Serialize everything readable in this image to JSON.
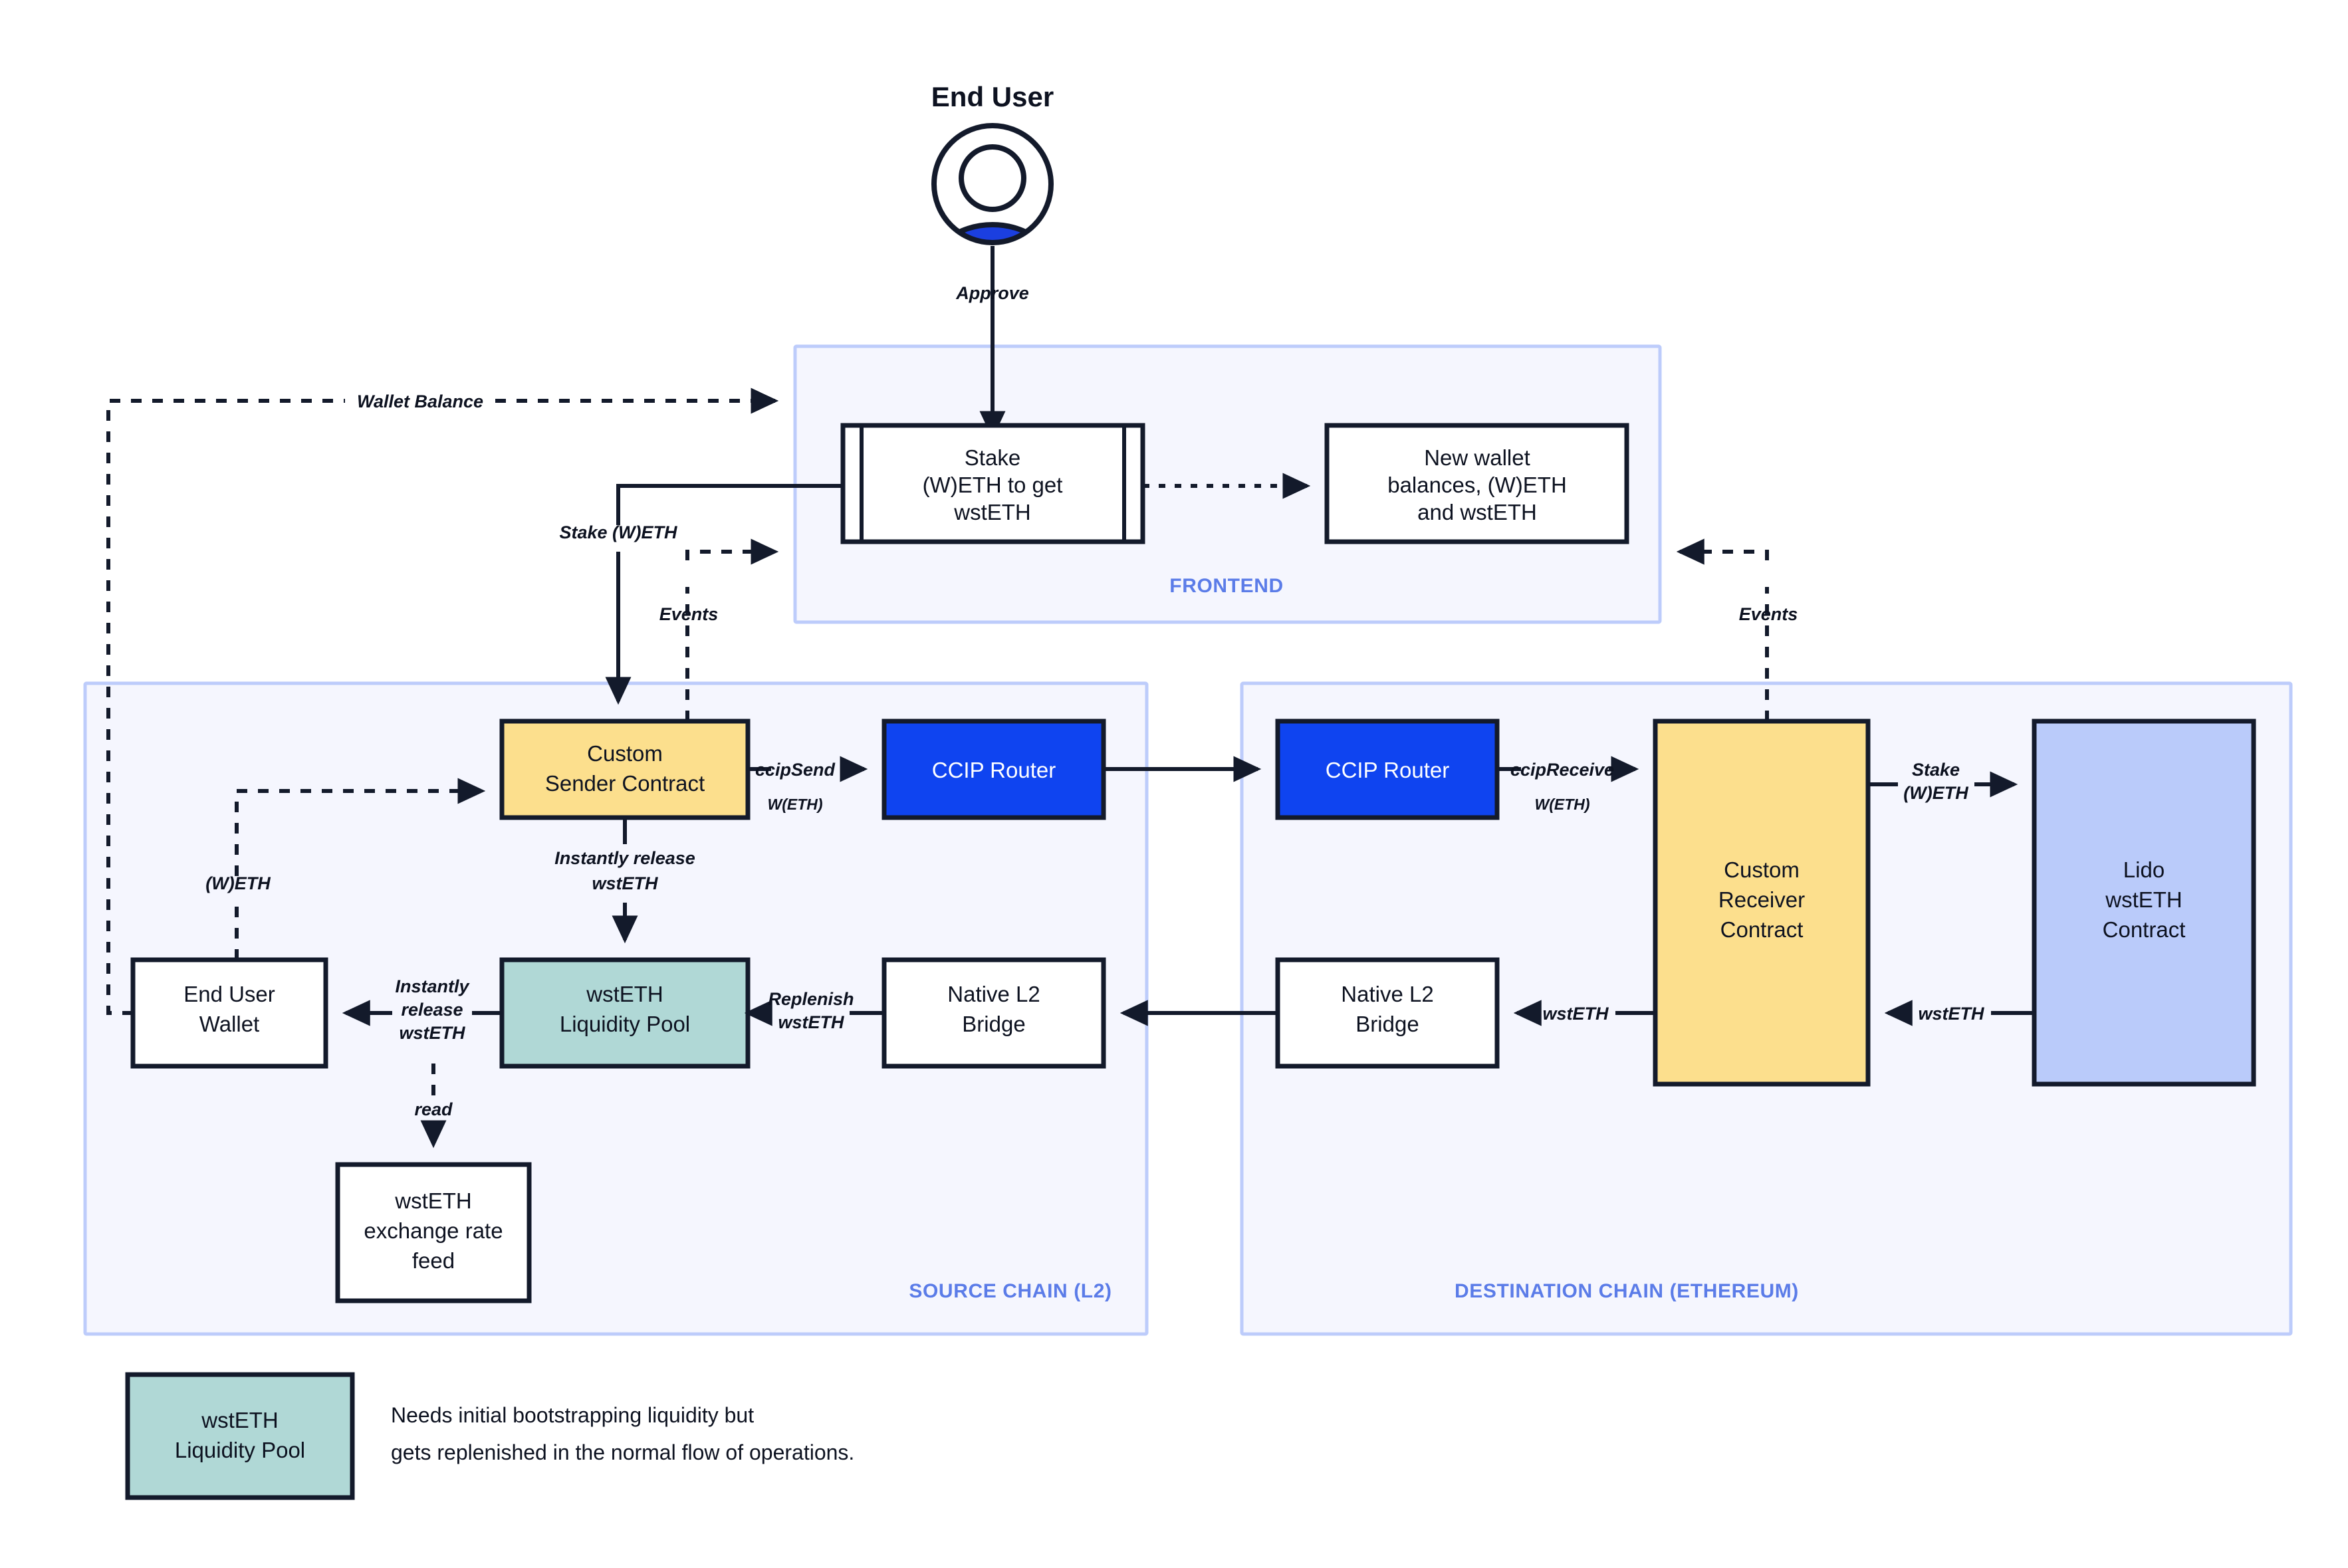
{
  "diagram": {
    "title": "CCIP wstETH cross-chain staking flow",
    "actor": {
      "label": "End User",
      "icon": "user-avatar-icon"
    },
    "panels": [
      {
        "id": "frontend",
        "label": "FRONTEND"
      },
      {
        "id": "source",
        "label": "SOURCE CHAIN (L2)"
      },
      {
        "id": "destination",
        "label": "DESTINATION CHAIN (ETHEREUM)"
      }
    ],
    "nodes": [
      {
        "id": "stake-ui",
        "label": "Stake\n(W)ETH to get\nwstETH",
        "line1": "Stake",
        "line2": "(W)ETH to get",
        "line3": "wstETH",
        "shape": "predefined-process",
        "color": "#ffffff"
      },
      {
        "id": "new-balances",
        "label": "New wallet\nbalances, (W)ETH\nand wstETH",
        "line1": "New wallet",
        "line2": "balances, (W)ETH",
        "line3": "and wstETH",
        "shape": "rect",
        "color": "#ffffff"
      },
      {
        "id": "sender",
        "line1": "Custom",
        "line2": "Sender Contract",
        "shape": "rect",
        "color": "#fcdf8d"
      },
      {
        "id": "router-src",
        "line1": "CCIP Router",
        "shape": "rect",
        "color": "#0f44f0"
      },
      {
        "id": "router-dst",
        "line1": "CCIP Router",
        "shape": "rect",
        "color": "#0f44f0"
      },
      {
        "id": "receiver",
        "line1": "Custom",
        "line2": "Receiver",
        "line3": "Contract",
        "shape": "rect",
        "color": "#fcdf8d"
      },
      {
        "id": "lido",
        "line1": "Lido",
        "line2": "wstETH",
        "line3": "Contract",
        "shape": "rect",
        "color": "#bacbfa"
      },
      {
        "id": "wallet",
        "line1": "End User",
        "line2": "Wallet",
        "shape": "rect",
        "color": "#ffffff"
      },
      {
        "id": "pool",
        "line1": "wstETH",
        "line2": "Liquidity Pool",
        "shape": "rect",
        "color": "#b0d8d6"
      },
      {
        "id": "bridge-src",
        "line1": "Native L2",
        "line2": "Bridge",
        "shape": "rect",
        "color": "#ffffff"
      },
      {
        "id": "bridge-dst",
        "line1": "Native L2",
        "line2": "Bridge",
        "shape": "rect",
        "color": "#ffffff"
      },
      {
        "id": "rate-feed",
        "line1": "wstETH",
        "line2": "exchange rate",
        "line3": "feed",
        "shape": "rect",
        "color": "#ffffff"
      }
    ],
    "edges": [
      {
        "id": "approve",
        "label": "Approve",
        "style": "solid",
        "from": "End User",
        "to": "stake-ui"
      },
      {
        "id": "wallet-balance",
        "label": "Wallet Balance",
        "style": "dotted",
        "from": "wallet",
        "to": "frontend"
      },
      {
        "id": "stake-weth",
        "label": "Stake (W)ETH",
        "style": "solid",
        "from": "stake-ui",
        "to": "sender"
      },
      {
        "id": "events-left",
        "label": "Events",
        "style": "dashed",
        "from": "sender",
        "to": "frontend"
      },
      {
        "id": "balances",
        "label": "",
        "style": "dotted",
        "from": "stake-ui",
        "to": "new-balances"
      },
      {
        "id": "events-right",
        "label": "Events",
        "style": "dashed",
        "from": "receiver",
        "to": "frontend"
      },
      {
        "id": "weth-in",
        "label": "(W)ETH",
        "style": "dashed",
        "from": "wallet",
        "to": "sender"
      },
      {
        "id": "ccipsend",
        "label": "ccipSend",
        "sublabel": "W(ETH)",
        "style": "solid",
        "from": "sender",
        "to": "router-src"
      },
      {
        "id": "cross-chain-send",
        "label": "",
        "style": "solid",
        "from": "router-src",
        "to": "router-dst"
      },
      {
        "id": "ccipreceive",
        "label": "ccipReceive",
        "sublabel": "W(ETH)",
        "style": "solid",
        "from": "router-dst",
        "to": "receiver"
      },
      {
        "id": "stake-weth-lido",
        "label": "Stake\n(W)ETH",
        "line1": "Stake",
        "line2": "(W)ETH",
        "style": "solid",
        "from": "receiver",
        "to": "lido"
      },
      {
        "id": "wsteth-lido-out",
        "label": "wstETH",
        "style": "solid",
        "from": "lido",
        "to": "receiver"
      },
      {
        "id": "wsteth-to-bridge",
        "label": "wstETH",
        "style": "solid",
        "from": "receiver",
        "to": "bridge-dst"
      },
      {
        "id": "bridge-cross",
        "label": "",
        "style": "solid",
        "from": "bridge-dst",
        "to": "bridge-src"
      },
      {
        "id": "replenish",
        "label": "Replenish\nwstETH",
        "line1": "Replenish",
        "line2": "wstETH",
        "style": "solid",
        "from": "bridge-src",
        "to": "pool"
      },
      {
        "id": "instant-release",
        "label": "Instantly release\nwstETH",
        "line1": "Instantly release",
        "line2": "wstETH",
        "style": "solid",
        "from": "sender",
        "to": "pool"
      },
      {
        "id": "pool-to-wallet",
        "label": "Instantly\nrelease\nwstETH",
        "line1": "Instantly",
        "line2": "release",
        "line3": "wstETH",
        "style": "solid",
        "from": "pool",
        "to": "wallet"
      },
      {
        "id": "read-rate",
        "label": "read",
        "style": "dashed",
        "from": "pool",
        "to": "rate-feed"
      }
    ],
    "legend": {
      "swatch_label_line1": "wstETH",
      "swatch_label_line2": "Liquidity Pool",
      "swatch_color": "#b0d8d6",
      "note_line1": "Needs initial bootstrapping liquidity but",
      "note_line2": "gets replenished in the normal flow of operations."
    },
    "colors": {
      "panel_bg": "#f5f6fe",
      "panel_border": "#bdccfb",
      "panel_label": "#5b7ce8",
      "stroke": "#131a2b",
      "yellow": "#fcdf8d",
      "blue": "#0f44f0",
      "teal": "#b0d8d6",
      "periwinkle": "#bacbfa",
      "white": "#ffffff"
    }
  }
}
